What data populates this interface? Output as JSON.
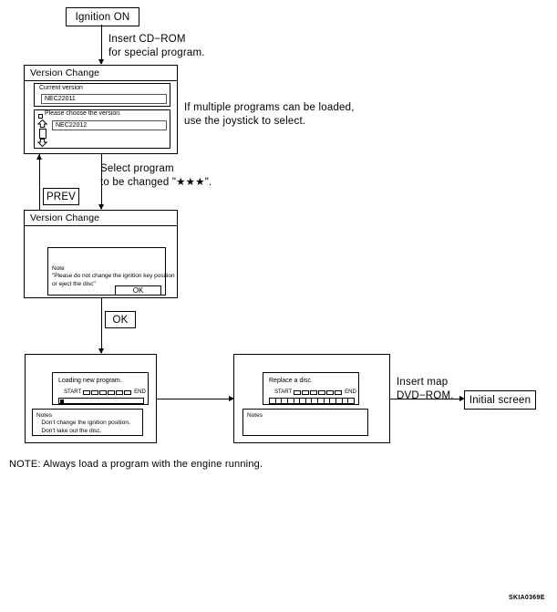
{
  "diagram": {
    "figure_code": "SKIA0369E",
    "footnote": "NOTE: Always load a program with the engine running."
  },
  "nodes": {
    "ignition_on": "Ignition ON",
    "initial_screen": "Initial screen",
    "prev_button": "PREV",
    "ok_button": "OK"
  },
  "annotations": {
    "insert_cdrom": "Insert CD−ROM\nfor special program.",
    "multiple_programs": "If multiple programs can be loaded,\nuse the joystick to select.",
    "select_program": "Select program\nto be changed \"★★★\".",
    "insert_map": "Insert map\nDVD−ROM."
  },
  "dialog_version_select": {
    "title": "Version Change",
    "current_version_label": "Current version",
    "current_version_value": "NEC22011",
    "choose_label": "Please choose the version.",
    "choice_value": "NEC22012",
    "scroll_up_icon": "arrow-up-icon",
    "scroll_down_icon": "arrow-down-icon"
  },
  "dialog_version_note": {
    "title": "Version Change",
    "note_heading": "Note",
    "note_body": "\"Please do not change the ignition key position\nor eject the disc\"",
    "ok_label": "OK"
  },
  "panel_loading": {
    "screen_title": "Loading new program.",
    "progress_start": "START",
    "progress_end": "END",
    "segment_count": 6,
    "tick_count": 1,
    "notes_heading": "Notes",
    "notes_body": "   Don't change the ignition position.\n   Don't take out the disc."
  },
  "panel_replace": {
    "screen_title": "Replace a disc.",
    "progress_start": "START",
    "progress_end": "END",
    "segment_count": 6,
    "tick_count": 14,
    "notes_heading": "Notes",
    "notes_body": ""
  },
  "colors": {
    "line": "#000000",
    "background": "#ffffff"
  }
}
